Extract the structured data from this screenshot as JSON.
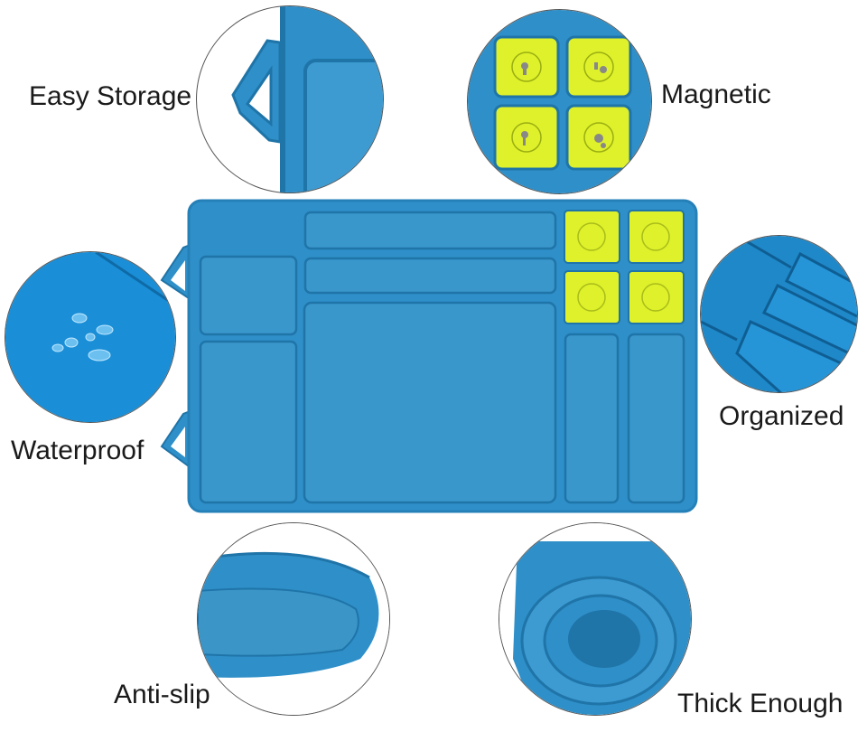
{
  "features": {
    "easy_storage": "Easy Storage",
    "magnetic": "Magnetic",
    "waterproof": "Waterproof",
    "organized": "Organized",
    "anti_slip": "Anti-slip",
    "thick_enough": "Thick Enough"
  },
  "colors": {
    "mat_blue": "#2f8fc8",
    "mat_blue_dark": "#1f74a8",
    "mat_blue_light": "#45a3d8",
    "magnet_yellow": "#dff12a",
    "label_text": "#1a1a1a"
  }
}
